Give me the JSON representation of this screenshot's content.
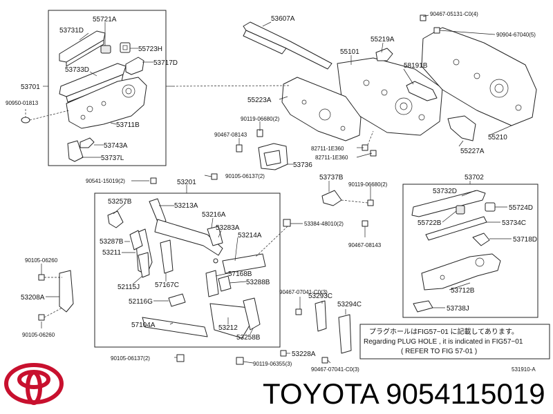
{
  "diagram_id": "531910-A",
  "brand_text": "TOYOTA 9054115019",
  "brand_logo": "toyota-logo",
  "logo_color": "#c8102e",
  "note": {
    "line1": "プラグホールはFIG57−01 に記載してあります。",
    "line2": "Regarding PLUG HOLE , it is indicated in FIG57−01",
    "line3": "( REFER TO FIG 57-01 )"
  },
  "labels": {
    "l53701": "53701",
    "l53731d": "53731D",
    "l55721a": "55721A",
    "l55723h": "55723H",
    "l53717d": "53717D",
    "l53733d": "53733D",
    "l53711b": "53711B",
    "l53743a": "53743A",
    "l53737l": "53737L",
    "l90950": "90950-01813",
    "l53607a": "53607A",
    "l90467_05131": "90467-05131-C0(4)",
    "l90904": "90904-67040(5)",
    "l55219a": "55219A",
    "l55101": "55101",
    "l58191b": "58191B",
    "l55223a": "55223A",
    "l55227a": "55227A",
    "l55210": "55210",
    "l90119_06680a": "90119-06680(2)",
    "l90467_08143a": "90467-08143",
    "l82711a": "82711-1E360",
    "l82711b": "82711-1E360",
    "l53736": "53736",
    "l90541": "90541-15019(2)",
    "l53201": "53201",
    "l90105_06137a": "90105-06137(2)",
    "l53737b": "53737B",
    "l90119_06680b": "90119-06680(2)",
    "l53702": "53702",
    "l53257b": "53257B",
    "l53213a": "53213A",
    "l53216a": "53216A",
    "l53283a": "53283A",
    "l53384": "53384-48010(2)",
    "l90467_08143b": "90467-08143",
    "l53287b": "53287B",
    "l53211": "53211",
    "l53214a": "53214A",
    "l90105_06260a": "90105-06260",
    "l57168b": "57168B",
    "l53288b": "53288B",
    "l52115j": "52115J",
    "l57167c": "57167C",
    "l53208a": "53208A",
    "l52116g": "52116G",
    "l90467_07041a": "90467-07041-C0(3)",
    "l53293c": "53293C",
    "l53294c": "53294C",
    "l57104a": "57104A",
    "l53212": "53212",
    "l90105_06260b": "90105-06260",
    "l53258b": "53258B",
    "l90105_06137b": "90105-06137(2)",
    "l53228a": "53228A",
    "l90119_06355": "90119-06355(3)",
    "l90467_07041b": "90467-07041-C0(3)",
    "l53732d": "53732D",
    "l55724d": "55724D",
    "l55722b": "55722B",
    "l53734c": "53734C",
    "l53718d": "53718D",
    "l53712b": "53712B",
    "l53738j": "53738J"
  }
}
